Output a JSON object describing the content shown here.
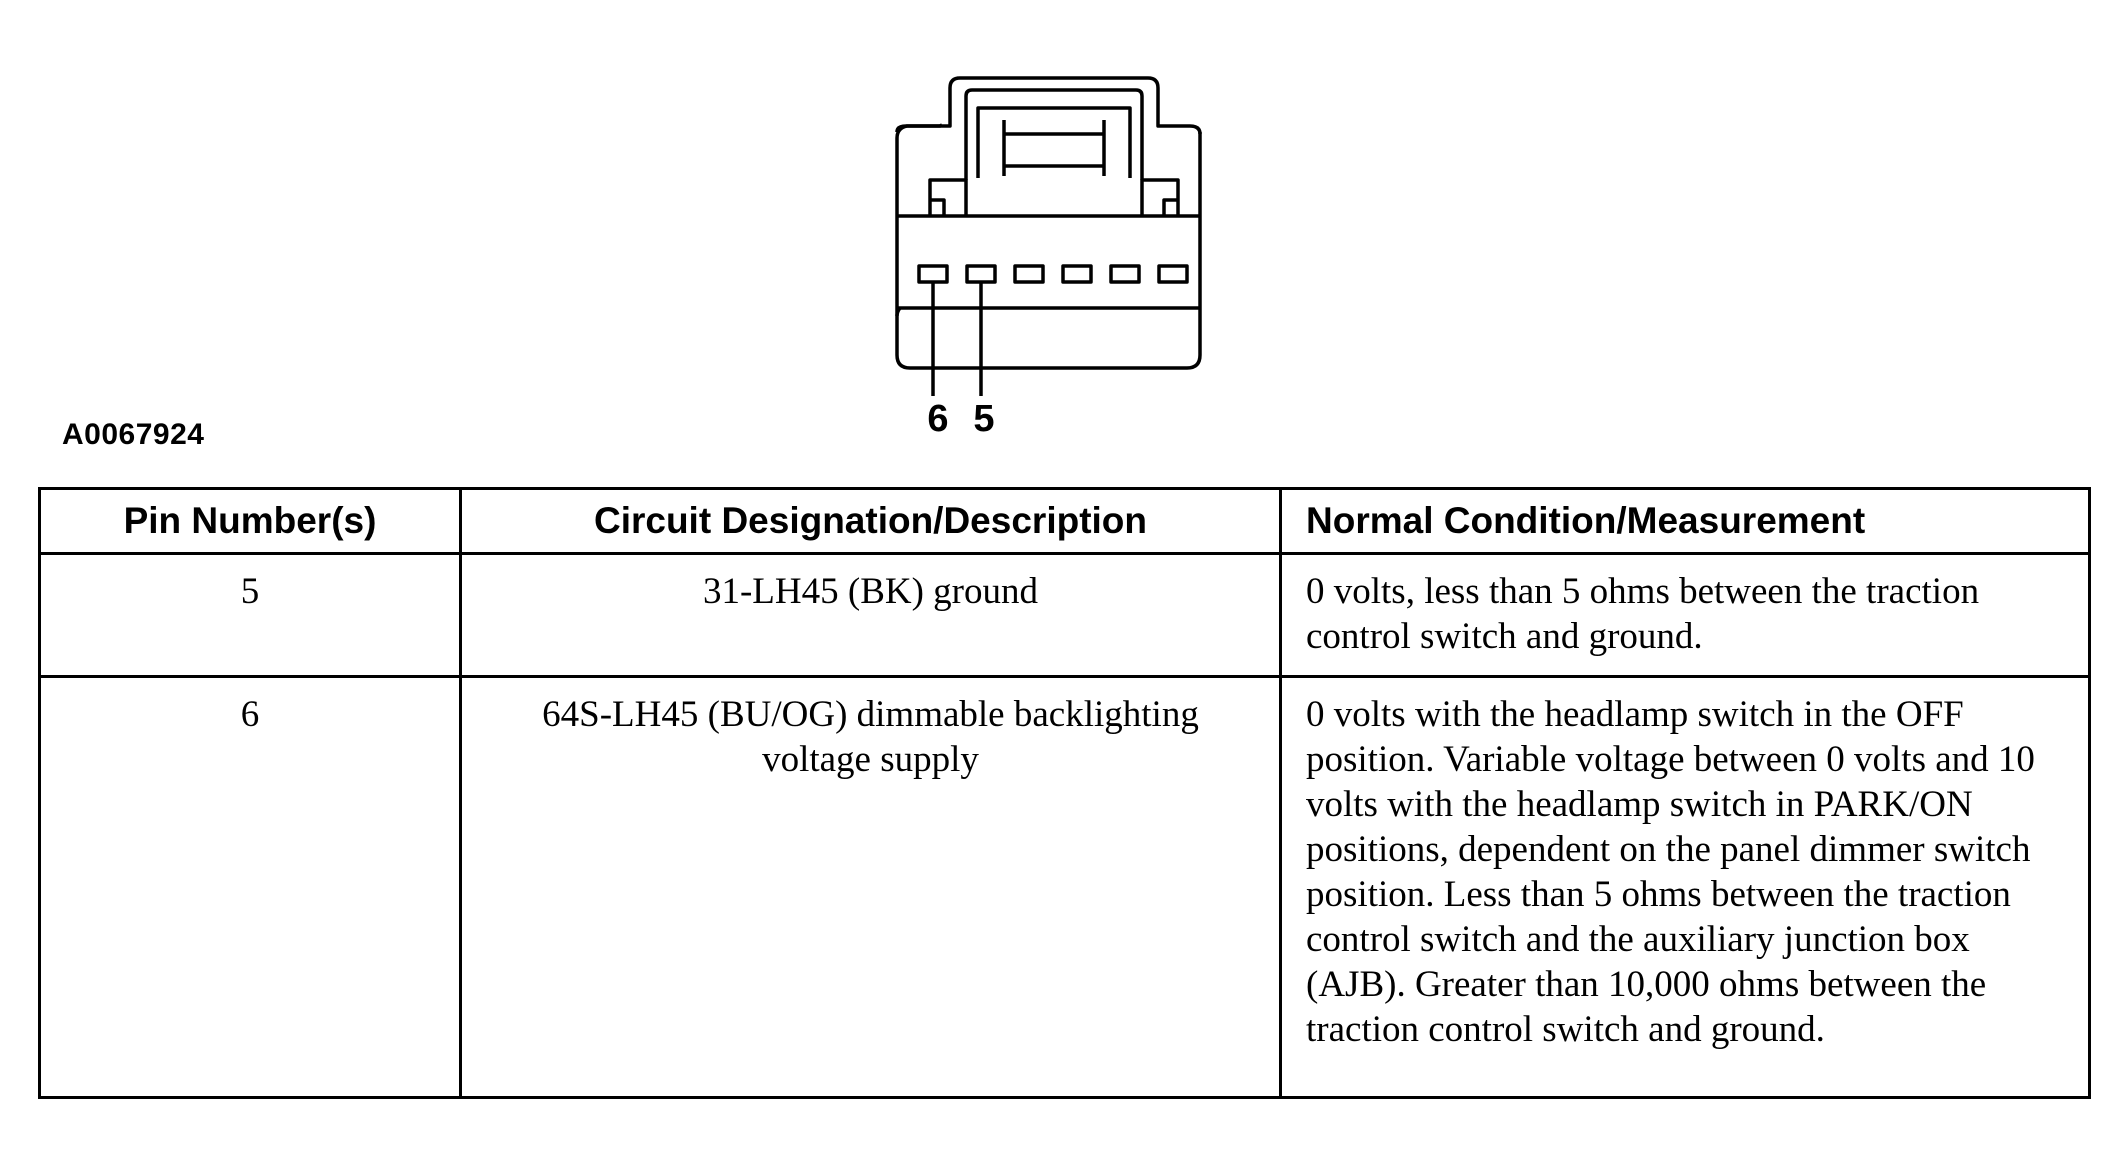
{
  "figure": {
    "id": "A0067924",
    "pin_labels": [
      "6",
      "5"
    ]
  },
  "table": {
    "headers": {
      "pin": "Pin Number(s)",
      "circuit": "Circuit Designation/Description",
      "measurement": "Normal Condition/Measurement"
    },
    "rows": [
      {
        "pin": "5",
        "circuit": "31-LH45 (BK) ground",
        "measurement": "0 volts, less than 5 ohms between the traction control switch and ground."
      },
      {
        "pin": "6",
        "circuit": "64S-LH45 (BU/OG) dimmable backlighting voltage supply",
        "measurement": "0 volts with the headlamp switch in the OFF position. Variable voltage between 0 volts and 10 volts with the headlamp switch in PARK/ON positions, dependent on the panel dimmer switch position. Less than 5 ohms between the traction control  switch and the auxiliary junction box (AJB). Greater than 10,000 ohms between the traction control switch and ground."
      }
    ]
  }
}
